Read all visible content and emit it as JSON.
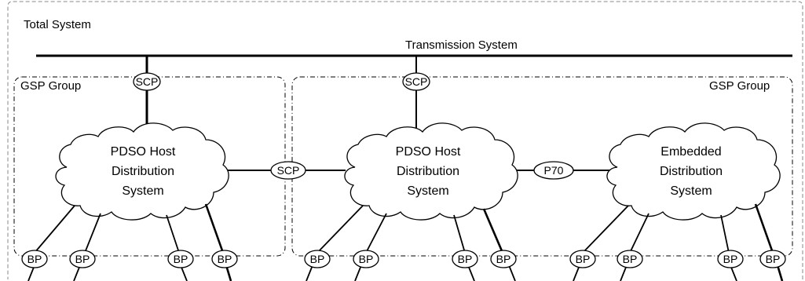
{
  "total_system": "Total System",
  "transmission_system": "Transmission System",
  "groups": [
    {
      "label": "GSP Group"
    },
    {
      "label": "GSP Group"
    }
  ],
  "clouds": [
    {
      "lines": [
        "PDSO Host",
        "Distribution",
        "System"
      ]
    },
    {
      "lines": [
        "PDSO Host",
        "Distribution",
        "System"
      ]
    },
    {
      "lines": [
        "Embedded",
        "Distribution",
        "System"
      ]
    }
  ],
  "connectors": {
    "scp": "SCP",
    "p70": "P70",
    "bp": "BP"
  }
}
